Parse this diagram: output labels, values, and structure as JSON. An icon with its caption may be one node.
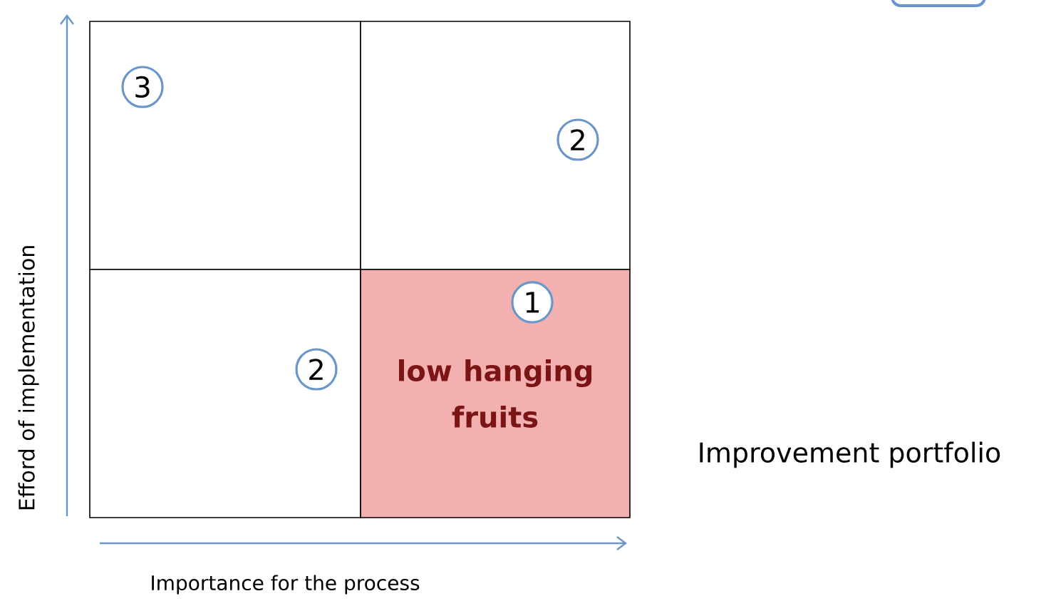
{
  "diagram": {
    "nodes": [
      {
        "text": [],
        "shape": "box"
      },
      {
        "text": [],
        "shape": "box"
      },
      {
        "text": [],
        "shape": "box"
      },
      {
        "text": [
          "low hanging fruits"
        ]
      },
      {
        "text": [
          "3"
        ],
        "in": 0
      },
      {
        "text": [
          "2"
        ],
        "in": 1
      },
      {
        "text": [
          "2"
        ],
        "in": 2
      },
      {
        "text": [
          "1"
        ],
        "in": 3
      }
    ],
    "labels": [
      "Efford of implementation",
      "Importance for the process",
      "Improvement portfolio"
    ]
  }
}
